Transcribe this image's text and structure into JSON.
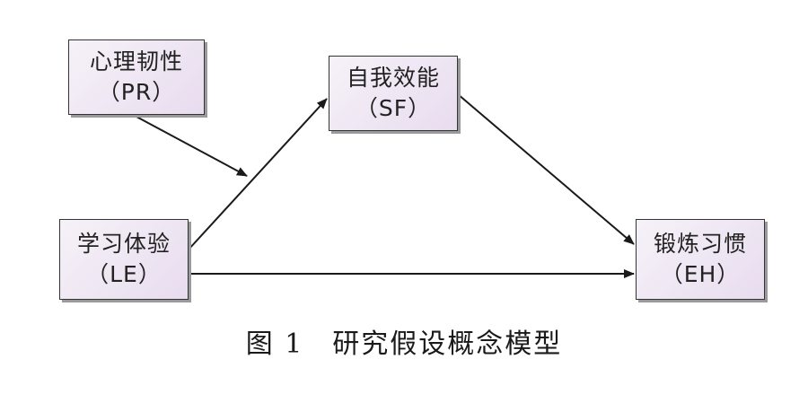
{
  "nodes": {
    "pr": {
      "name": "心理韧性",
      "abbr": "（PR）"
    },
    "sf": {
      "name": "自我效能",
      "abbr": "（SF）"
    },
    "le": {
      "name": "学习体验",
      "abbr": "（LE）"
    },
    "eh": {
      "name": "锻炼习惯",
      "abbr": "（EH）"
    }
  },
  "caption": "图 1　研究假设概念模型",
  "colors": {
    "node_fill_light": "#f6f2f8",
    "node_fill_dark": "#e8dcef",
    "border": "#333333",
    "arrow": "#1a1a1a"
  }
}
